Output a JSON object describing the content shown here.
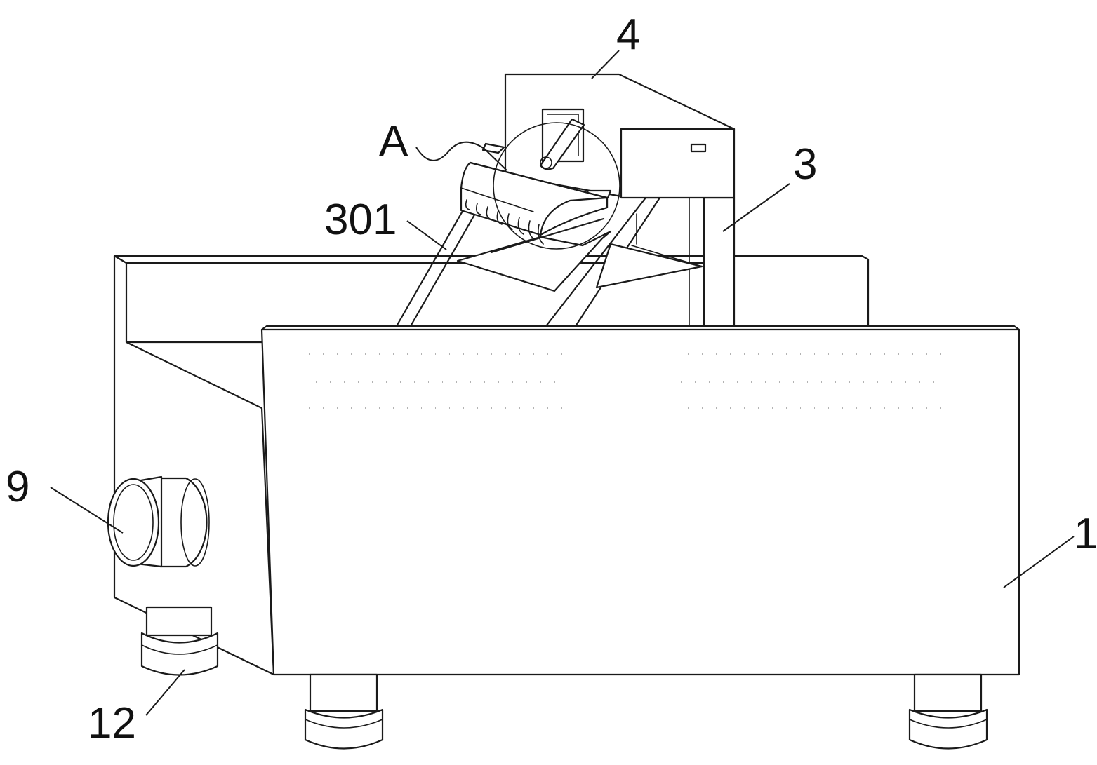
{
  "labels": {
    "hopper": "4",
    "detail": "A",
    "support": "3",
    "guide_frame": "301",
    "outlet": "9",
    "body": "1",
    "foot": "12"
  }
}
